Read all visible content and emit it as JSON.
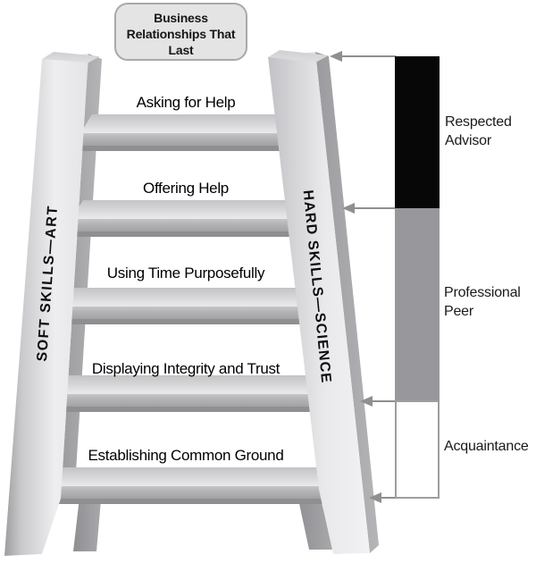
{
  "title": "Business Relationships That Last",
  "ladder": {
    "left_rail_label": "SOFT SKILLS—ART",
    "right_rail_label": "HARD SKILLS—SCIENCE",
    "rungs": [
      "Asking for Help",
      "Offering Help",
      "Using Time Purposefully",
      "Displaying Integrity and Trust",
      "Establishing Common Ground"
    ]
  },
  "relationship_scale": {
    "levels": [
      {
        "label": "Respected Advisor",
        "color": "#070707"
      },
      {
        "label": "Professional Peer",
        "color": "#98989c"
      },
      {
        "label": "Acquaintance",
        "color": "#ffffff"
      }
    ]
  },
  "colors": {
    "arrow": "#8f8f8f",
    "title_box_bg": "#e4e4e4",
    "title_box_border": "#a9a9a9",
    "scale_white_border": "#9e9e9e"
  }
}
